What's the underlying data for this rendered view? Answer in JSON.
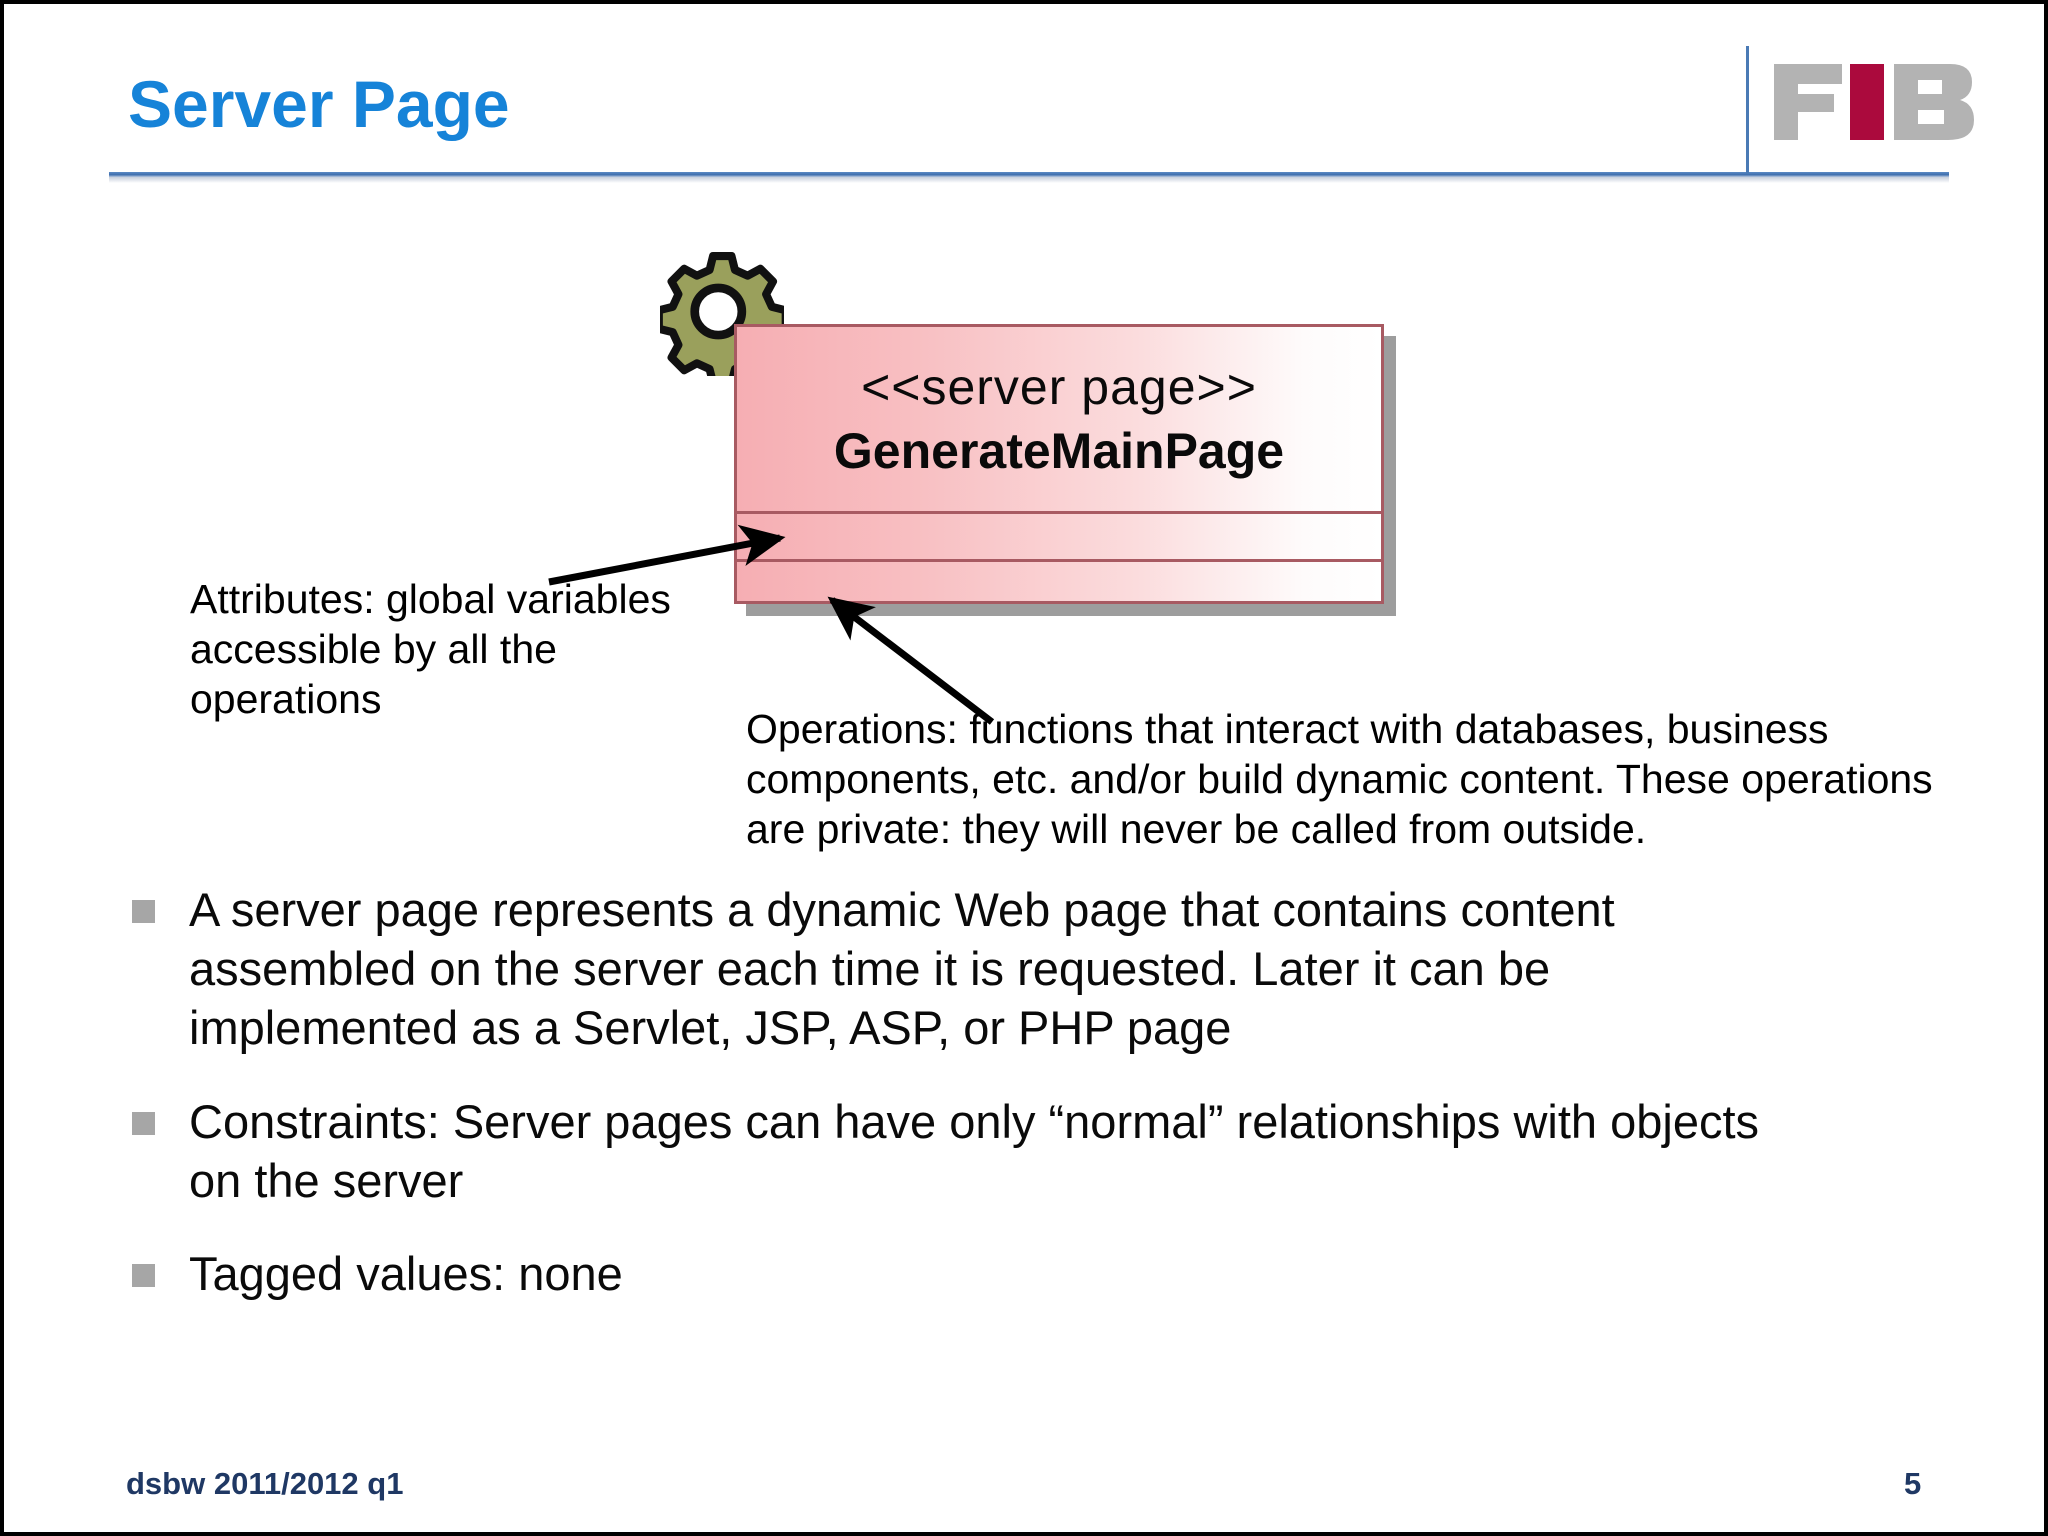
{
  "slide": {
    "title": "Server Page",
    "title_color": "#1683d8",
    "background_color": "#ffffff",
    "page_number": "5",
    "footer_text": "dsbw  2011/2012 q1",
    "footer_color": "#1f3864"
  },
  "logo": {
    "name": "fib-logo",
    "letters": [
      {
        "char": "F",
        "color": "#b3b3b3"
      },
      {
        "char": "I",
        "color": "#ab0a3d"
      },
      {
        "char": "B",
        "color": "#b3b3b3"
      }
    ]
  },
  "diagram": {
    "icon": "gear-icon",
    "icon_color": "#9aa05c",
    "icon_outline_color": "#111111",
    "border_color": "#a85a62",
    "fill_start_color": "#f6aeb3",
    "fill_end_color": "#ffffff",
    "shadow_color": "#9d9d9d",
    "stereotype": "<<server page>>",
    "name": "GenerateMainPage",
    "attributes_compartment_label": "",
    "operations_compartment_label": ""
  },
  "annotations": [
    {
      "name": "attributes-annotation",
      "text": "Attributes: global variables accessible by all the operations"
    },
    {
      "name": "operations-annotation",
      "text": "Operations: functions that interact with databases, business components, etc. and/or build dynamic content. These operations are private: they will never be called from outside."
    }
  ],
  "bullets": {
    "marker_color": "#a6a6a6",
    "items": [
      {
        "text": "A server page represents a dynamic Web page that contains content assembled on the server each time it is requested. Later it can be implemented as a Servlet, JSP, ASP, or PHP page"
      },
      {
        "text": "Constraints: Server pages can have only “normal” relationships with objects on the server"
      },
      {
        "text": "Tagged values: none"
      }
    ]
  }
}
